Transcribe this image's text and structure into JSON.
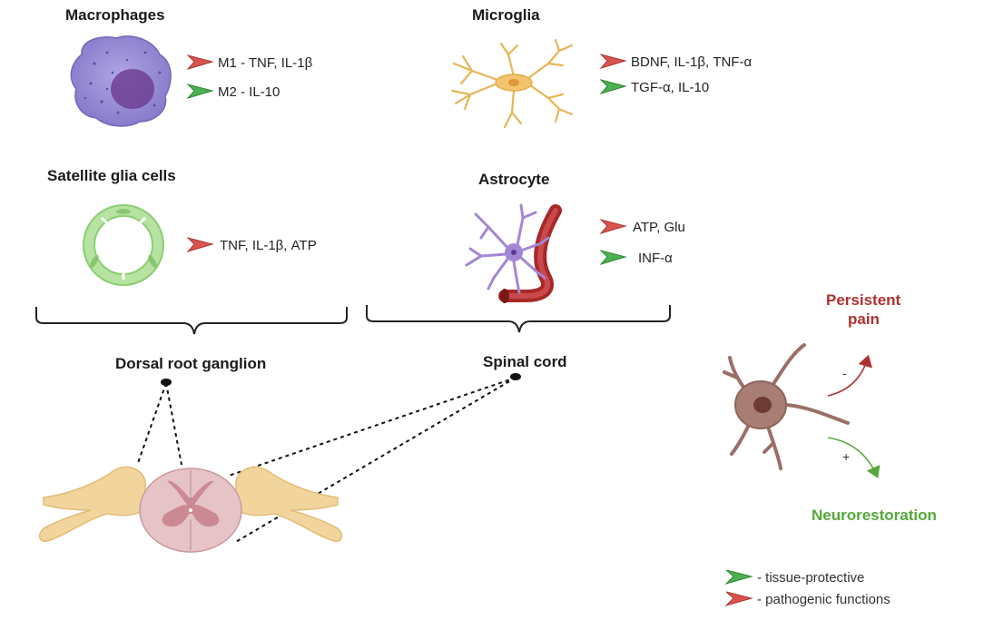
{
  "cells": {
    "macrophages": {
      "title": "Macrophages",
      "markers": [
        {
          "label": "M1 - TNF, IL-1β",
          "type": "pathogenic"
        },
        {
          "label": "M2 - IL-10",
          "type": "protective"
        }
      ]
    },
    "microglia": {
      "title": "Microglia",
      "markers": [
        {
          "label": "BDNF, IL-1β, TNF-α",
          "type": "pathogenic"
        },
        {
          "label": "TGF-α, IL-10",
          "type": "protective"
        }
      ]
    },
    "satellite": {
      "title": "Satellite glia cells",
      "markers": [
        {
          "label": "TNF, IL-1β, ATP",
          "type": "pathogenic"
        }
      ]
    },
    "astrocyte": {
      "title": "Astrocyte",
      "markers": [
        {
          "label": "ATP, Glu",
          "type": "pathogenic"
        },
        {
          "label": "INF-α",
          "type": "protective"
        }
      ]
    }
  },
  "groups": {
    "drg": "Dorsal root ganglion",
    "spinal_cord": "Spinal cord"
  },
  "outcomes": {
    "persistent_pain_line1": "Persistent",
    "persistent_pain_line2": "pain",
    "minus_sign": "-",
    "plus_sign": "+",
    "neurorestoration": "Neurorestoration"
  },
  "legend": {
    "protective": "- tissue-protective",
    "pathogenic": "- pathogenic functions"
  },
  "colors": {
    "pathogenic": "#d9534f",
    "protective": "#4caf50",
    "macrophage": "#9b8fd6",
    "microglia": "#f0c36a",
    "satellite": "#a8dc92",
    "astrocyte": "#a387d4",
    "vessel": "#a82828",
    "neuron": "#a77d74",
    "ganglion": "#f2d59c",
    "cord": "#d9a6ae"
  }
}
